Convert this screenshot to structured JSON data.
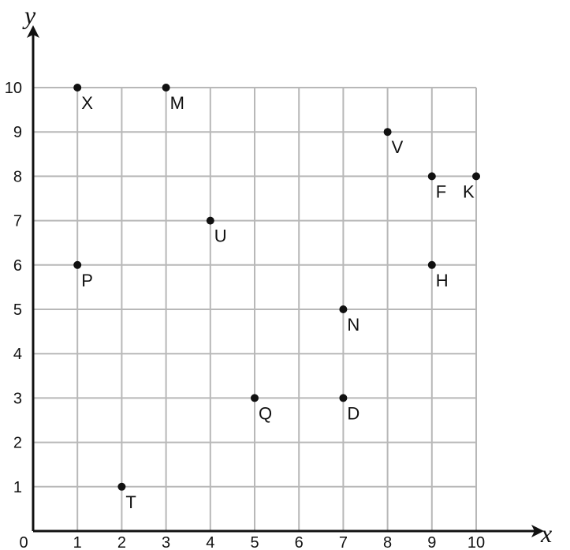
{
  "chart_data": {
    "type": "scatter",
    "xlabel": "x",
    "ylabel": "y",
    "xlim": [
      0,
      10
    ],
    "ylim": [
      0,
      10
    ],
    "grid": true,
    "x_ticks": [
      "0",
      "1",
      "2",
      "3",
      "4",
      "5",
      "6",
      "7",
      "8",
      "9",
      "10"
    ],
    "y_ticks": [
      "1",
      "2",
      "3",
      "4",
      "5",
      "6",
      "7",
      "8",
      "9",
      "10"
    ],
    "points": [
      {
        "label": "X",
        "x": 1,
        "y": 10
      },
      {
        "label": "M",
        "x": 3,
        "y": 10
      },
      {
        "label": "V",
        "x": 8,
        "y": 9
      },
      {
        "label": "F",
        "x": 9,
        "y": 8
      },
      {
        "label": "K",
        "x": 10,
        "y": 8
      },
      {
        "label": "U",
        "x": 4,
        "y": 7
      },
      {
        "label": "P",
        "x": 1,
        "y": 6
      },
      {
        "label": "H",
        "x": 9,
        "y": 6
      },
      {
        "label": "N",
        "x": 7,
        "y": 5
      },
      {
        "label": "Q",
        "x": 5,
        "y": 3
      },
      {
        "label": "D",
        "x": 7,
        "y": 3
      },
      {
        "label": "T",
        "x": 2,
        "y": 1
      }
    ],
    "colors": {
      "grid": "#b8b8b8",
      "axis": "#111111",
      "point": "#111111"
    }
  }
}
